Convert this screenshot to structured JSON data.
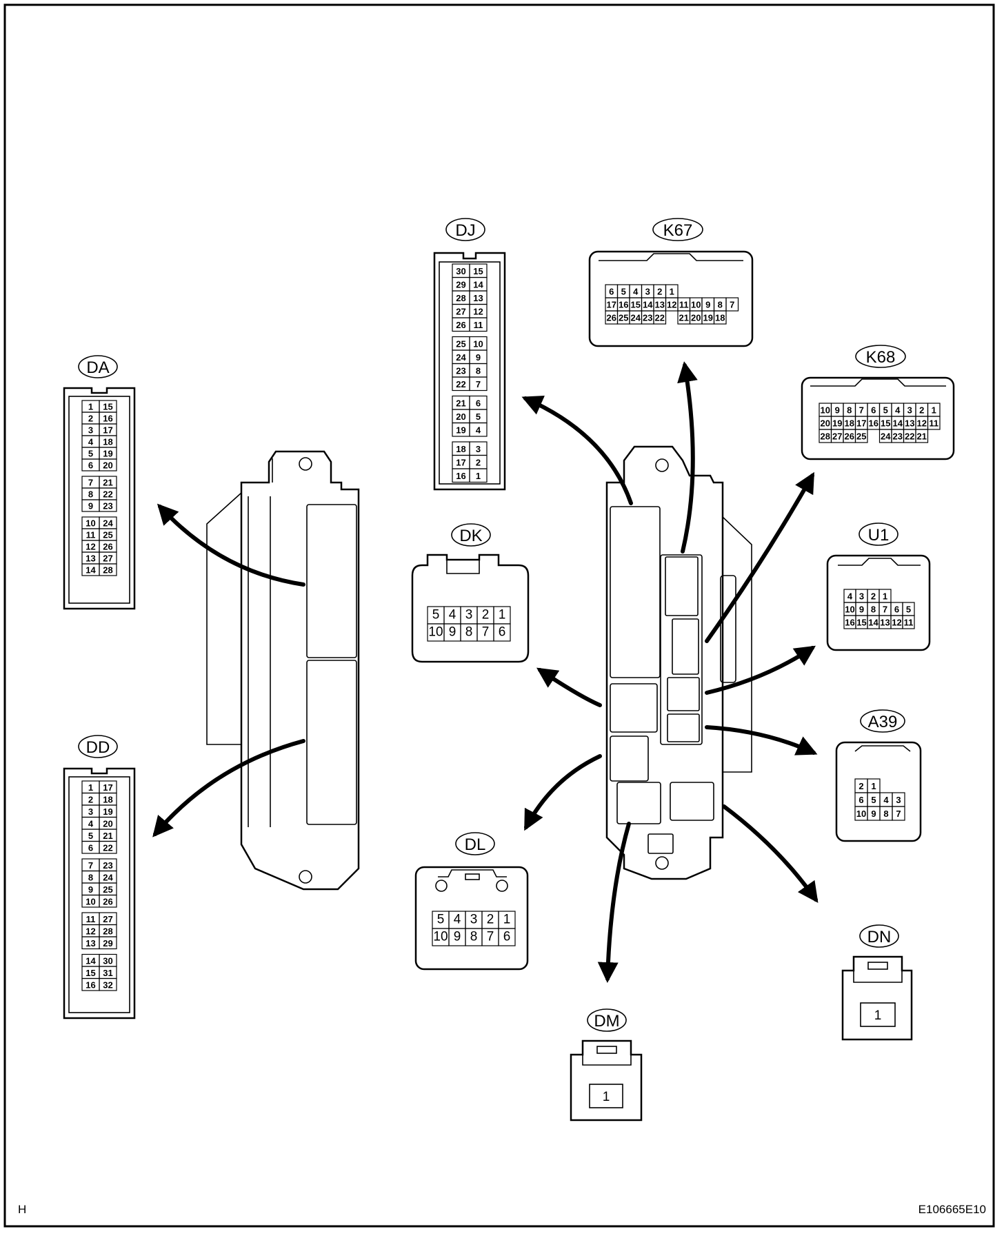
{
  "corner_left": "H",
  "figure_code": "E106665E10",
  "connectors": {
    "DA": {
      "label": "DA",
      "rows": [
        [
          "1",
          "15"
        ],
        [
          "2",
          "16"
        ],
        [
          "3",
          "17"
        ],
        [
          "4",
          "18"
        ],
        [
          "5",
          "19"
        ],
        [
          "6",
          "20"
        ],
        [
          "7",
          "21"
        ],
        [
          "8",
          "22"
        ],
        [
          "9",
          "23"
        ],
        [
          "10",
          "24"
        ],
        [
          "11",
          "25"
        ],
        [
          "12",
          "26"
        ],
        [
          "13",
          "27"
        ],
        [
          "14",
          "28"
        ]
      ]
    },
    "DD": {
      "label": "DD",
      "rows": [
        [
          "1",
          "17"
        ],
        [
          "2",
          "18"
        ],
        [
          "3",
          "19"
        ],
        [
          "4",
          "20"
        ],
        [
          "5",
          "21"
        ],
        [
          "6",
          "22"
        ],
        [
          "7",
          "23"
        ],
        [
          "8",
          "24"
        ],
        [
          "9",
          "25"
        ],
        [
          "10",
          "26"
        ],
        [
          "11",
          "27"
        ],
        [
          "12",
          "28"
        ],
        [
          "13",
          "29"
        ],
        [
          "14",
          "30"
        ],
        [
          "15",
          "31"
        ],
        [
          "16",
          "32"
        ]
      ]
    },
    "DJ": {
      "label": "DJ",
      "rows": [
        [
          "30",
          "15"
        ],
        [
          "29",
          "14"
        ],
        [
          "28",
          "13"
        ],
        [
          "27",
          "12"
        ],
        [
          "26",
          "11"
        ],
        [
          "25",
          "10"
        ],
        [
          "24",
          "9"
        ],
        [
          "23",
          "8"
        ],
        [
          "22",
          "7"
        ],
        [
          "21",
          "6"
        ],
        [
          "20",
          "5"
        ],
        [
          "19",
          "4"
        ],
        [
          "18",
          "3"
        ],
        [
          "17",
          "2"
        ],
        [
          "16",
          "1"
        ]
      ]
    },
    "K67": {
      "label": "K67",
      "rows": [
        [
          "6",
          "5",
          "4",
          "3",
          "2",
          "1"
        ],
        [
          "17",
          "16",
          "15",
          "14",
          "13",
          "12",
          "11",
          "10",
          "9",
          "8",
          "7"
        ],
        [
          "26",
          "25",
          "24",
          "23",
          "22",
          "",
          "21",
          "20",
          "19",
          "18"
        ]
      ]
    },
    "K68": {
      "label": "K68",
      "rows": [
        [
          "10",
          "9",
          "8",
          "7",
          "6",
          "5",
          "4",
          "3",
          "2",
          "1"
        ],
        [
          "20",
          "19",
          "18",
          "17",
          "16",
          "15",
          "14",
          "13",
          "12",
          "11"
        ],
        [
          "28",
          "27",
          "26",
          "25",
          "",
          "24",
          "23",
          "22",
          "21"
        ]
      ]
    },
    "DK": {
      "label": "DK",
      "rows": [
        [
          "5",
          "4",
          "3",
          "2",
          "1"
        ],
        [
          "10",
          "9",
          "8",
          "7",
          "6"
        ]
      ]
    },
    "U1": {
      "label": "U1",
      "rows": [
        [
          "4",
          "3",
          "2",
          "1"
        ],
        [
          "10",
          "9",
          "8",
          "7",
          "6",
          "5"
        ],
        [
          "16",
          "15",
          "14",
          "13",
          "12",
          "11"
        ]
      ]
    },
    "A39": {
      "label": "A39",
      "rows": [
        [
          "2",
          "1"
        ],
        [
          "6",
          "5",
          "4",
          "3"
        ],
        [
          "10",
          "9",
          "8",
          "7"
        ]
      ]
    },
    "DL": {
      "label": "DL",
      "rows": [
        [
          "5",
          "4",
          "3",
          "2",
          "1"
        ],
        [
          "10",
          "9",
          "8",
          "7",
          "6"
        ]
      ]
    },
    "DM": {
      "label": "DM",
      "pin": "1"
    },
    "DN": {
      "label": "DN",
      "pin": "1"
    }
  }
}
